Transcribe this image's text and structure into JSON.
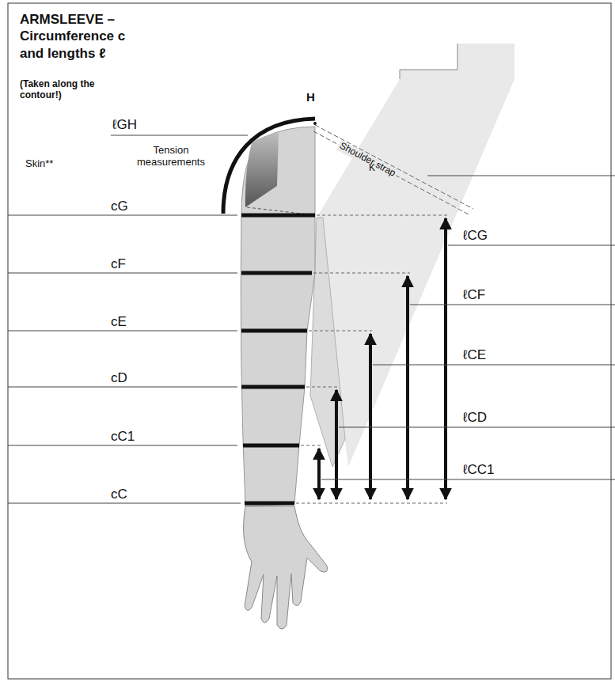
{
  "diagram": {
    "title": "ARMSLEEVE – Circumference c and lengths ℓ",
    "labels": [
      "(Taken along the contour!)",
      "ℓGH",
      "H",
      "Skin**",
      "Tension measurements",
      "Shoulder strap",
      "K",
      "cG",
      "cF",
      "cE",
      "cD",
      "cC1",
      "cC",
      "ℓCG",
      "ℓCF",
      "ℓCE",
      "ℓCD",
      "ℓCC1"
    ]
  }
}
